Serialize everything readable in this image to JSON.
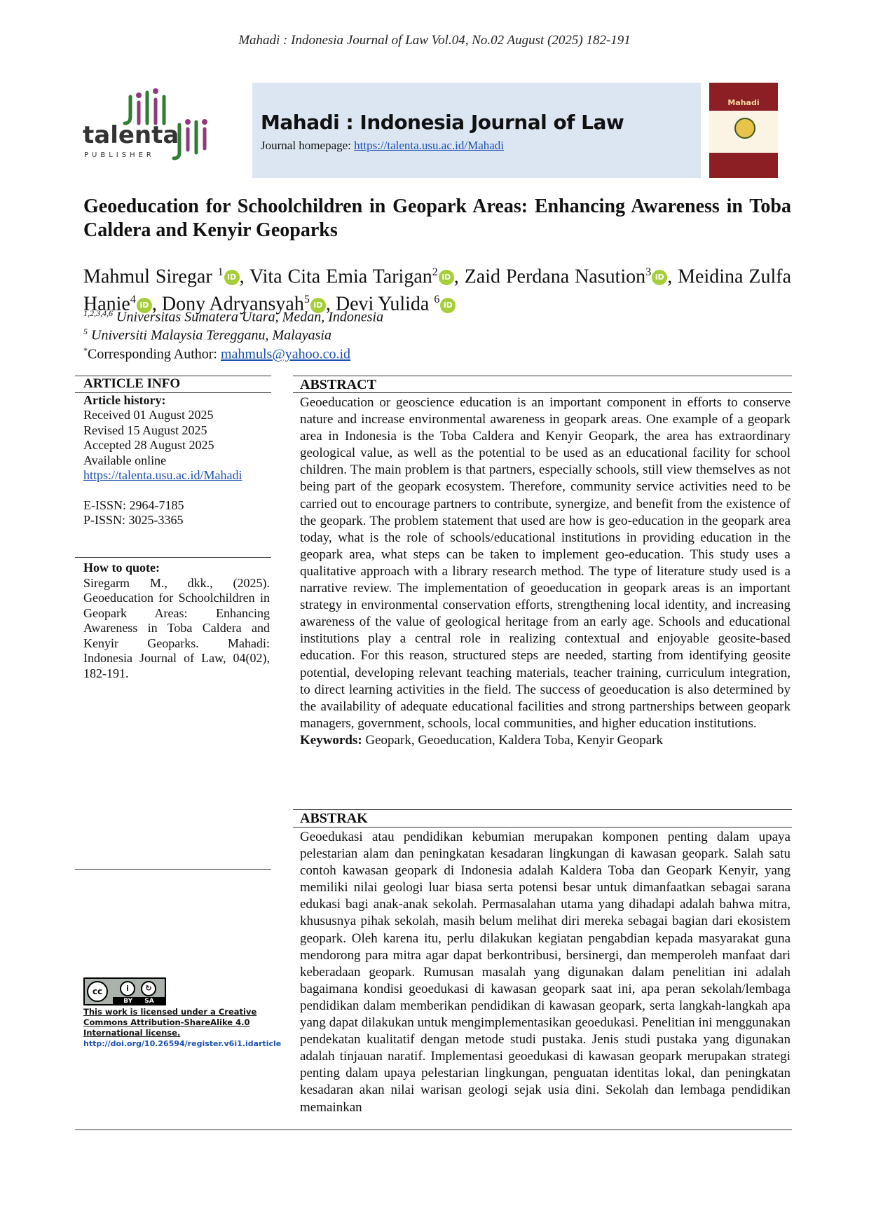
{
  "running_head": "Mahadi : Indonesia Journal of Law Vol.04, No.02 August  (2025) 182-191",
  "publisher_logo": {
    "name": "talenta",
    "sub": "PUBLISHER"
  },
  "banner": {
    "title": "Mahadi : Indonesia Journal of Law",
    "homepage_label": "Journal homepage: ",
    "homepage_url": "https://talenta.usu.ac.id/Mahadi"
  },
  "cover": {
    "title": "Mahadi"
  },
  "title": "Geoeducation for Schoolchildren in Geopark Areas: Enhancing Awareness in Toba Caldera and Kenyir Geoparks",
  "authors": [
    {
      "name": "Mahmul Siregar ",
      "sup": "1"
    },
    {
      "name": ", Vita Cita Emia Tarigan",
      "sup": "2"
    },
    {
      "name": ", Zaid Perdana Nasution",
      "sup": "3"
    },
    {
      "name": ", Meidina Zulfa Hanie",
      "sup": "4"
    },
    {
      "name": ", Dony Adryansyah",
      "sup": "5"
    },
    {
      "name": ", Devi Yulida ",
      "sup": "6"
    }
  ],
  "orcid_label": "iD",
  "affiliations": [
    {
      "sup": "1,2,3,4,6",
      "text": " Universitas Sumatera Utara, Medan, Indonesia"
    },
    {
      "sup": "5",
      "text": " Universiti Malaysia Teregganu, Malayasia"
    }
  ],
  "corresponding": {
    "star": "*",
    "label": "Corresponding Author: ",
    "email": "mahmuls@yahoo.co.id"
  },
  "article_info": {
    "heading": "ARTICLE INFO",
    "history_heading": "Article history:",
    "received": "Received 01 August 2025",
    "revised": "Revised 15 August 2025",
    "accepted": "Accepted 28 August 2025",
    "available": "Available online",
    "url": "https://talenta.usu.ac.id/Mahadi",
    "eissn": "E-ISSN: 2964-7185",
    "pissn": "P-ISSN: 3025-3365"
  },
  "how_to_quote": {
    "heading": "How to quote:",
    "text": "Siregarm M., dkk., (2025). Geoeducation for Schoolchildren in Geopark Areas: Enhancing Awareness in Toba Caldera and Kenyir Geoparks. Mahadi: Indonesia Journal of Law, 04(02), 182-191."
  },
  "abstract": {
    "heading": "ABSTRACT",
    "text": "Geoeducation or geoscience education is an important component in efforts to conserve nature and increase environmental awareness in geopark areas. One example of a geopark area in Indonesia is the Toba Caldera and Kenyir Geopark, the area has extraordinary geological value, as well as the potential to be used as an educational facility for school children. The main problem is that partners, especially schools, still view themselves as not being part of the geopark ecosystem. Therefore, community service activities need to be carried out to encourage partners to contribute, synergize, and benefit from the existence of the geopark. The problem statement that used are how is geo-education in the geopark area today, what is the role of schools/educational institutions in providing education in the geopark area, what steps can be taken to implement geo-education. This study uses a qualitative approach with a library research method. The type of literature study used is a narrative review. The implementation of geoeducation in geopark areas is an important strategy in environmental conservation efforts, strengthening local identity, and increasing awareness of the value of geological heritage from an early age. Schools and educational institutions play a central role in realizing contextual and enjoyable geosite-based education. For this reason, structured steps are needed, starting from identifying geosite potential, developing relevant teaching materials, teacher training, curriculum integration, to direct learning activities in the field. The success of geoeducation is also determined by the availability of adequate educational facilities and strong partnerships between geopark managers, government, schools, local communities, and higher education institutions.",
    "keywords_label": "Keywords:",
    "keywords": " Geopark, Geoeducation, Kaldera Toba, Kenyir Geopark"
  },
  "abstrak": {
    "heading": "ABSTRAK",
    "text": "Geoedukasi atau pendidikan kebumian merupakan komponen penting dalam upaya pelestarian alam dan peningkatan kesadaran lingkungan di kawasan geopark. Salah satu contoh kawasan geopark di Indonesia adalah Kaldera Toba dan Geopark Kenyir, yang memiliki nilai geologi luar biasa serta potensi besar untuk dimanfaatkan sebagai sarana edukasi bagi anak-anak sekolah. Permasalahan utama yang dihadapi adalah bahwa mitra, khususnya pihak sekolah, masih belum melihat diri mereka sebagai bagian dari ekosistem geopark. Oleh karena itu, perlu dilakukan kegiatan pengabdian kepada masyarakat guna mendorong para mitra agar dapat berkontribusi, bersinergi, dan memperoleh manfaat dari keberadaan geopark. Rumusan masalah yang digunakan dalam penelitian ini adalah bagaimana kondisi geoedukasi di kawasan geopark saat ini, apa peran sekolah/lembaga pendidikan dalam memberikan pendidikan di kawasan geopark, serta langkah-langkah apa yang dapat dilakukan untuk mengimplementasikan geoedukasi. Penelitian ini menggunakan pendekatan kualitatif dengan metode studi pustaka. Jenis studi pustaka yang digunakan adalah tinjauan naratif. Implementasi geoedukasi di kawasan geopark merupakan strategi penting dalam upaya pelestarian lingkungan, penguatan identitas lokal, dan peningkatan kesadaran akan nilai warisan geologi sejak usia dini. Sekolah dan lembaga pendidikan memainkan"
  },
  "license": {
    "badge_cc": "cc",
    "badge_by": "BY",
    "badge_sa": "SA",
    "text": "This work is licensed under a Creative Commons Attribution-ShareAlike 4.0 International license.",
    "doi": "http://doi.org/10.26594/register.v6i1.idarticle"
  },
  "colors": {
    "banner_bg": "#dce6f2",
    "link": "#1a4fb0",
    "orcid": "#a6ce39",
    "cover": "#8b1f24",
    "logo_green": "#2e7d32",
    "logo_purple": "#8e3b7a"
  }
}
